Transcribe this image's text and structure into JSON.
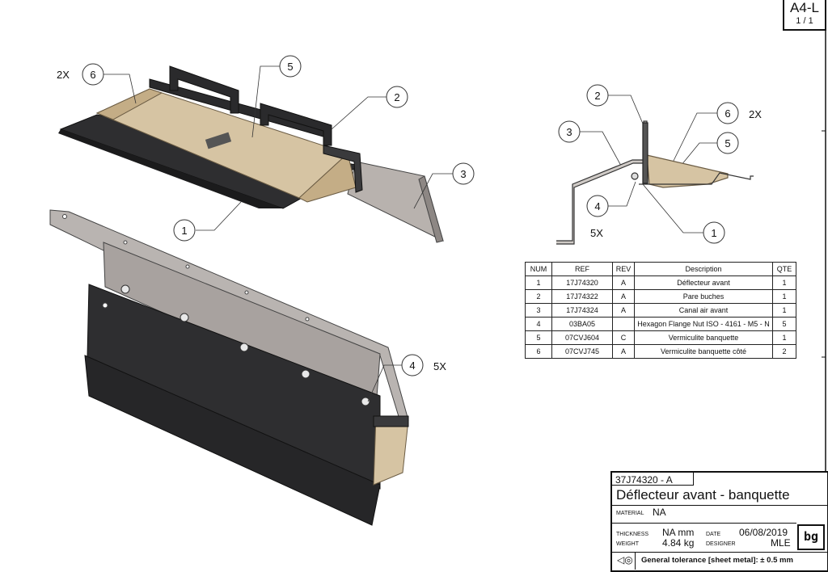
{
  "sheet": {
    "format": "A4-L",
    "page": "1 / 1"
  },
  "balloons": {
    "iso_top": [
      {
        "num": "6"
      },
      {
        "num": "5"
      },
      {
        "num": "2"
      },
      {
        "num": "3"
      },
      {
        "num": "1"
      }
    ],
    "iso_bottom": [
      {
        "num": "4"
      }
    ],
    "side_view": [
      {
        "num": "2"
      },
      {
        "num": "3"
      },
      {
        "num": "6"
      },
      {
        "num": "5"
      },
      {
        "num": "4"
      },
      {
        "num": "1"
      }
    ]
  },
  "quantity_notes": {
    "iso_top_6": "2X",
    "iso_bottom_4": "5X",
    "side_6": "2X",
    "side_4": "5X"
  },
  "bom": {
    "headers": [
      "NUM",
      "REF",
      "REV",
      "Description",
      "QTE"
    ],
    "rows": [
      [
        "1",
        "17J74320",
        "A",
        "Déflecteur avant",
        "1"
      ],
      [
        "2",
        "17J74322",
        "A",
        "Pare buches",
        "1"
      ],
      [
        "3",
        "17J74324",
        "A",
        "Canal air avant",
        "1"
      ],
      [
        "4",
        "03BA05",
        "",
        "Hexagon Flange Nut ISO - 4161 - M5 - N",
        "5"
      ],
      [
        "5",
        "07CVJ604",
        "C",
        "Vermiculite banquette",
        "1"
      ],
      [
        "6",
        "07CVJ745",
        "A",
        "Vermiculite banquette côté",
        "2"
      ]
    ]
  },
  "title_block": {
    "code": "37J74320 - A",
    "title": "Déflecteur avant - banquette",
    "material_label": "MATERIAL",
    "material": "NA",
    "thickness_label": "THICKNESS",
    "thickness": "NA mm",
    "weight_label": "WEIGHT",
    "weight": "4.84 kg",
    "date_label": "DATE",
    "date": "06/08/2019",
    "designer_label": "DESIGNER",
    "designer": "MLE",
    "logo": "bg",
    "tolerance": "General tolerance [sheet metal]: ± 0.5 mm"
  },
  "colors": {
    "steel_dark": "#2e2e30",
    "steel_light": "#b9b4b1",
    "vermiculite": "#d6c4a3",
    "vermiculite_dark": "#c4ad86"
  }
}
